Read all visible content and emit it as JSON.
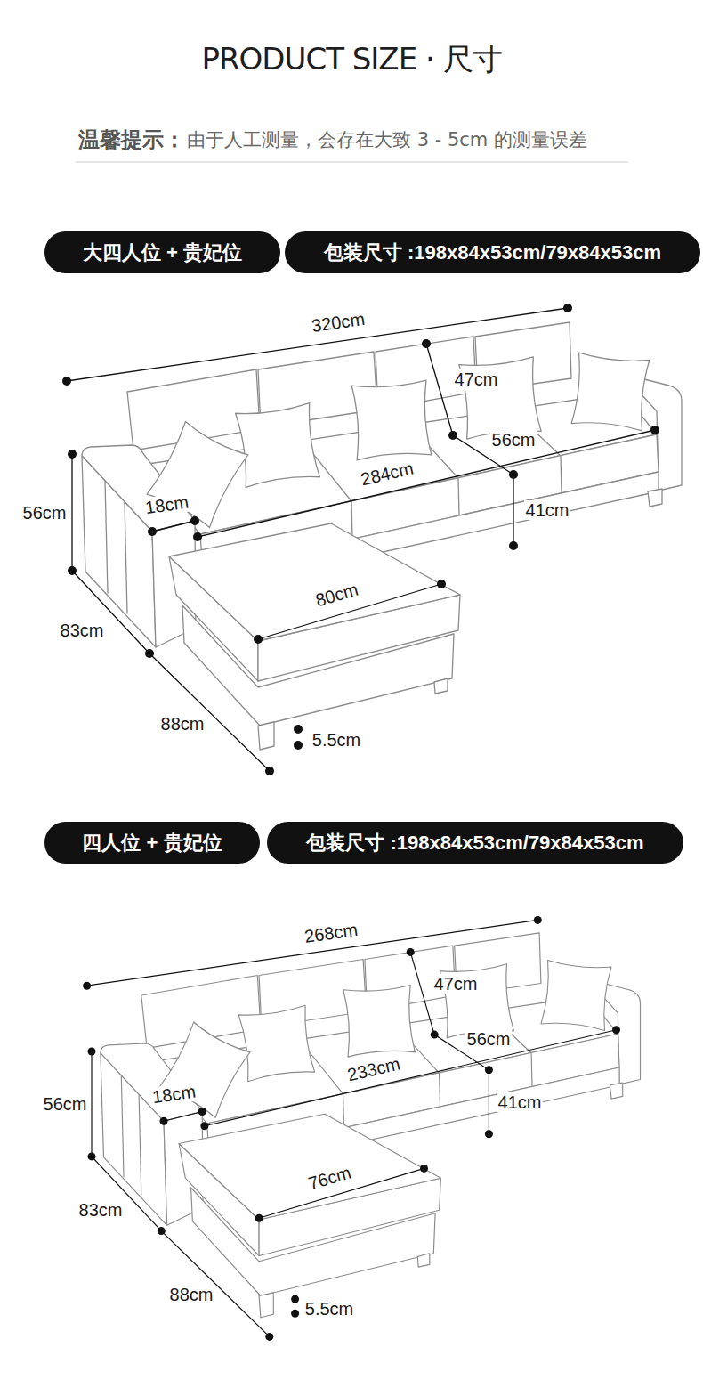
{
  "diagram": {
    "title": "PRODUCT SIZE · 尺寸",
    "nodes": [
      {
        "text": [
          "大四人位 + 贵妃位"
        ]
      },
      {
        "text": [
          "包装尺寸 :198x84x53cm/79x84x53cm"
        ]
      },
      {
        "text": [
          "四人位 + 贵妃位"
        ]
      },
      {
        "text": [
          "包装尺寸 :198x84x53cm/79x84x53cm"
        ]
      }
    ],
    "labels": [
      "温馨提示：",
      "由于人工测量，会存在大致 3 - 5cm 的测量误差",
      "320cm",
      "47cm",
      "56cm",
      "18cm",
      "284cm",
      "41cm",
      "56cm",
      "80cm",
      "83cm",
      "88cm",
      "5.5cm",
      "268cm",
      "47cm",
      "56cm",
      "18cm",
      "233cm",
      "41cm",
      "56cm",
      "76cm",
      "83cm",
      "88cm",
      "5.5cm"
    ]
  }
}
